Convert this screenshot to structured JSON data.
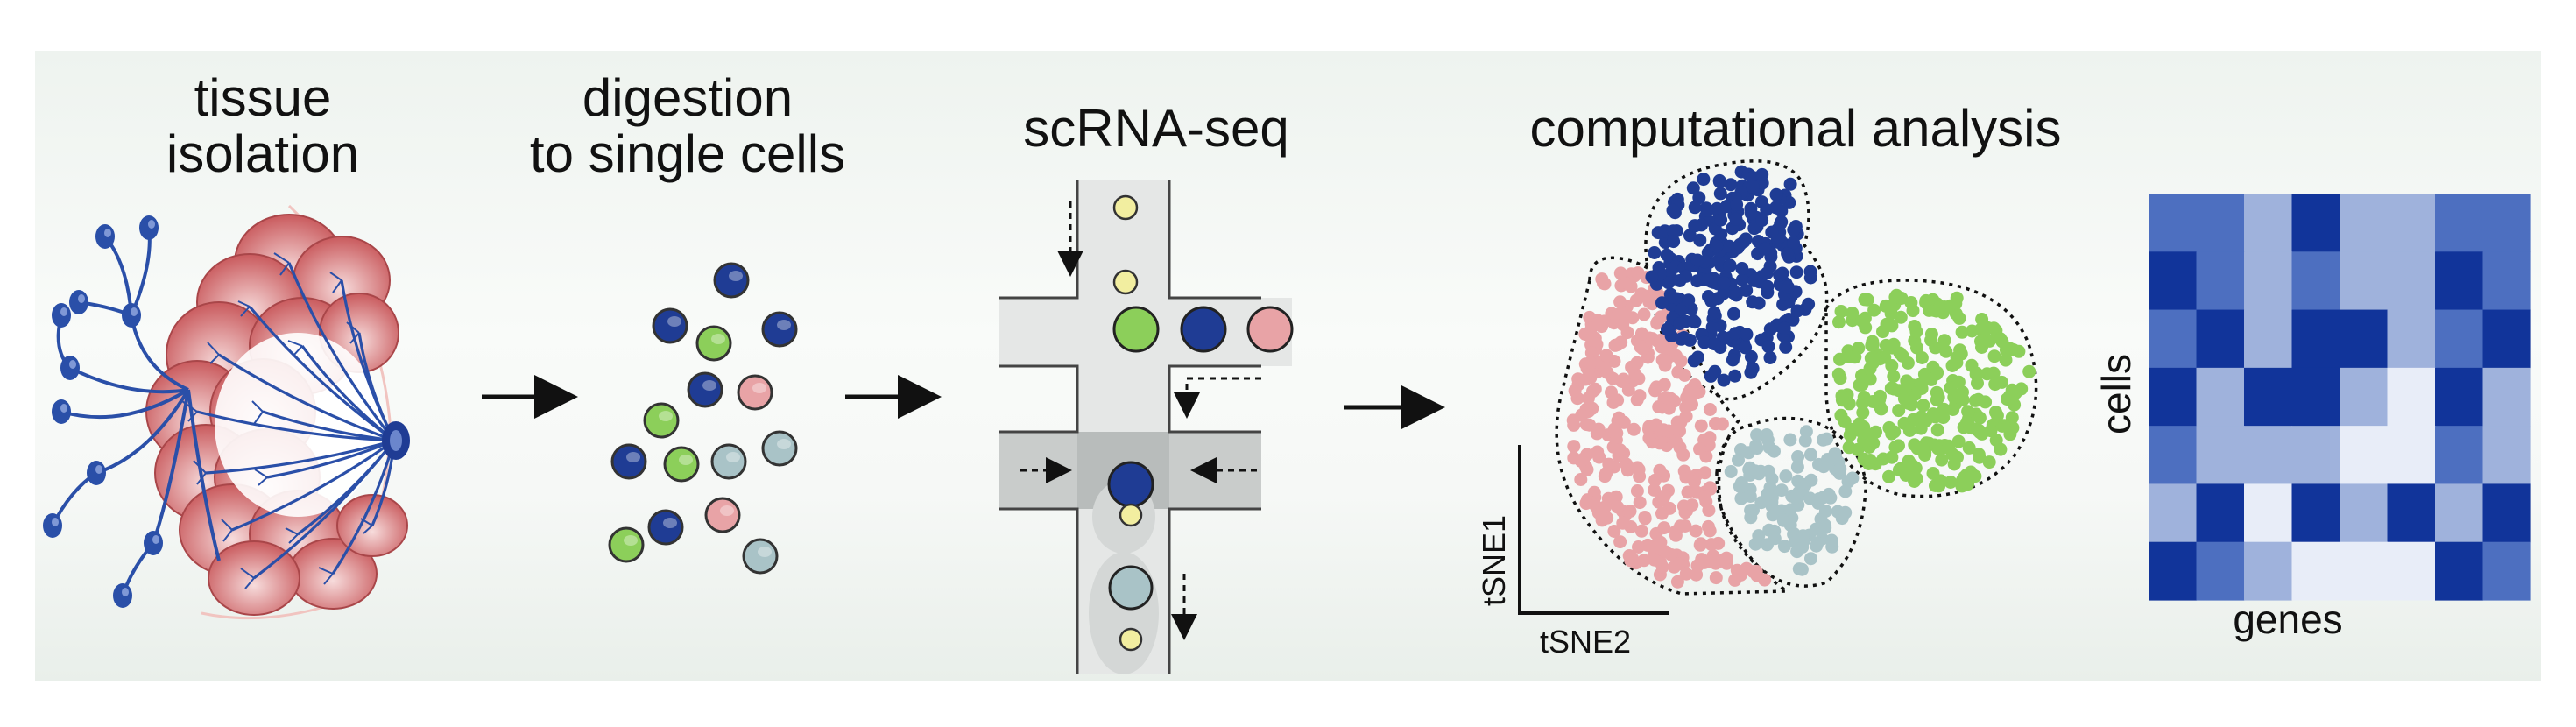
{
  "steps": [
    {
      "line1": "tissue",
      "line2": "isolation"
    },
    {
      "line1": "digestion",
      "line2": "to single cells"
    },
    {
      "line1": "scRNA-seq",
      "line2": ""
    },
    {
      "line1": "computational analysis",
      "line2": ""
    }
  ],
  "tsne": {
    "ylabel": "tSNE1",
    "xlabel": "tSNE2"
  },
  "heatmap": {
    "ylabel": "cells",
    "xlabel": "genes",
    "levels": [
      [
        2,
        2,
        1,
        3,
        1,
        1,
        2,
        2
      ],
      [
        3,
        2,
        1,
        2,
        1,
        1,
        3,
        2
      ],
      [
        2,
        3,
        1,
        3,
        3,
        1,
        2,
        3
      ],
      [
        3,
        1,
        3,
        3,
        1,
        0,
        3,
        1
      ],
      [
        2,
        1,
        1,
        1,
        0,
        0,
        2,
        1
      ],
      [
        1,
        3,
        0,
        3,
        1,
        3,
        1,
        3
      ],
      [
        3,
        2,
        1,
        0,
        0,
        0,
        3,
        2
      ]
    ]
  },
  "colors": {
    "darkblue": "#1f3c94",
    "green": "#8ccf5a",
    "pink": "#e8a3a6",
    "grayblue": "#a9c3c7",
    "yellow": "#f2eea0",
    "tissue": "#cf6d6f",
    "vessel": "#2a4fa8",
    "channel": "#e5e7e6",
    "heatmap_scale": [
      "#e8edf8",
      "#9fb2dc",
      "#4d6fc0",
      "#11349a"
    ]
  }
}
